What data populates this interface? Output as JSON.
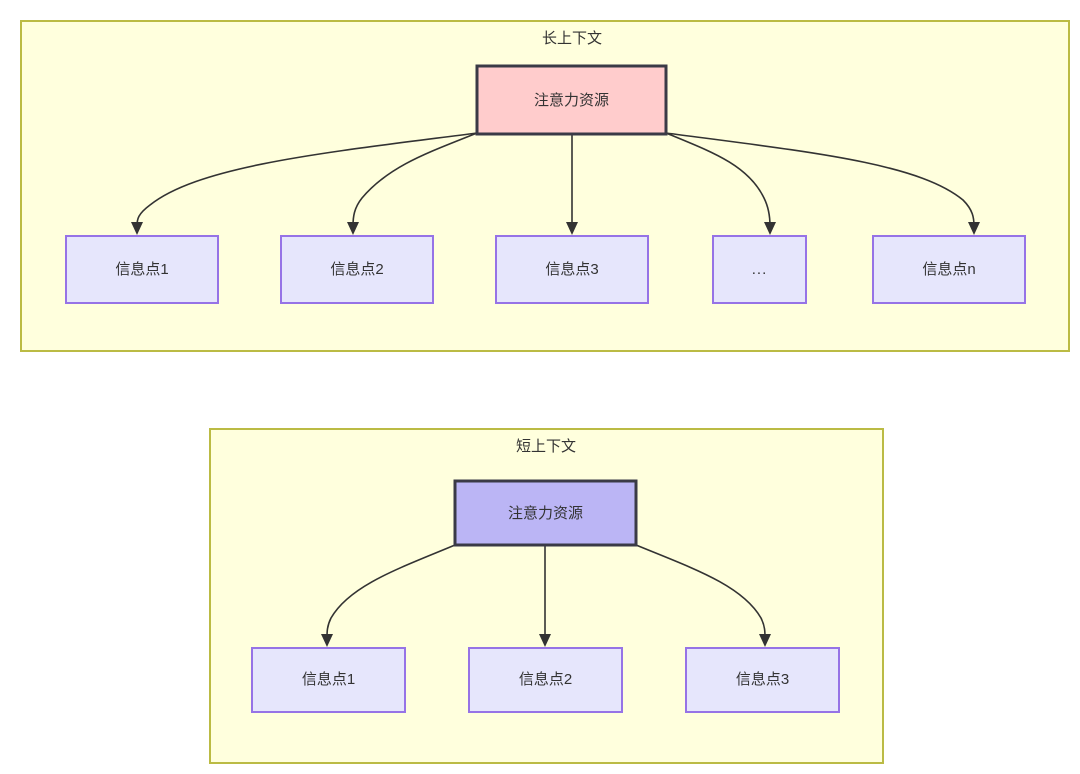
{
  "diagram": {
    "title_top": "长上下文",
    "title_bottom": "短上下文",
    "colors": {
      "group_fill": "#ffffdd",
      "group_stroke": "#bbbb44",
      "attention_long_fill": "#ffcccc",
      "attention_short_fill": "#bbb5f5",
      "node_fill": "#e6e6fc",
      "node_stroke": "#9673e6",
      "edge_stroke": "#333333",
      "text": "#333333"
    },
    "long_context": {
      "label": "长上下文",
      "root": {
        "label": "注意力资源",
        "fill": "#ffcccc"
      },
      "children": [
        {
          "label": "信息点1"
        },
        {
          "label": "信息点2"
        },
        {
          "label": "信息点3"
        },
        {
          "label": "..."
        },
        {
          "label": "信息点n"
        }
      ]
    },
    "short_context": {
      "label": "短上下文",
      "root": {
        "label": "注意力资源",
        "fill": "#bbb5f5"
      },
      "children": [
        {
          "label": "信息点1"
        },
        {
          "label": "信息点2"
        },
        {
          "label": "信息点3"
        }
      ]
    }
  }
}
